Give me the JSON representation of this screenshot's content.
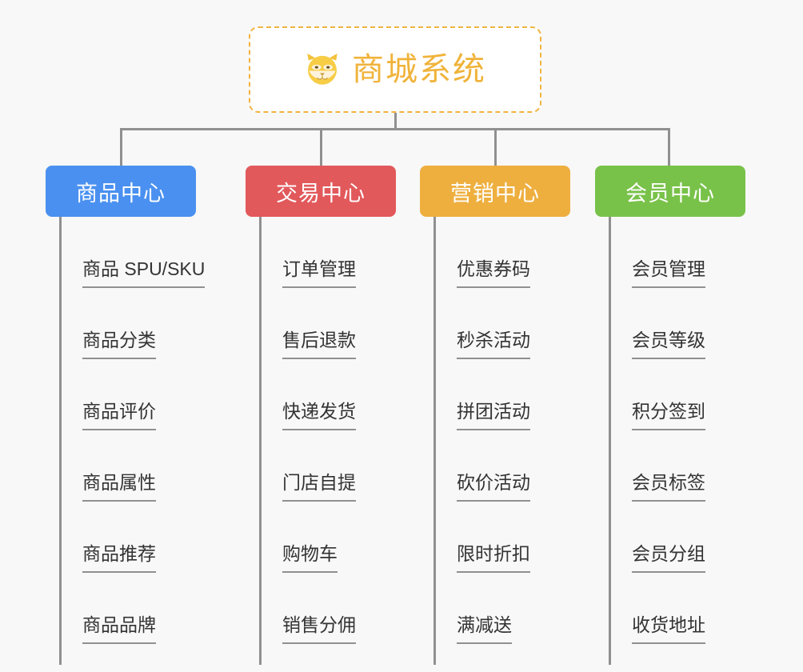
{
  "diagram": {
    "type": "mindmap-org-chart",
    "background_color": "#f8f8f8",
    "connector_color": "#909090",
    "root": {
      "icon": "dog-face-icon",
      "title": "商城系统",
      "text_color": "#f0b33a",
      "border_color": "#f0b441",
      "fill_color": "#ffffff"
    },
    "branches": [
      {
        "label": "商品中心",
        "color": "#4a90f0",
        "leaves": [
          "商品 SPU/SKU",
          "商品分类",
          "商品评价",
          "商品属性",
          "商品推荐",
          "商品品牌"
        ]
      },
      {
        "label": "交易中心",
        "color": "#e2595b",
        "leaves": [
          "订单管理",
          "售后退款",
          "快递发货",
          "门店自提",
          "购物车",
          "销售分佣"
        ]
      },
      {
        "label": "营销中心",
        "color": "#eeaf3f",
        "leaves": [
          "优惠券码",
          "秒杀活动",
          "拼团活动",
          "砍价活动",
          "限时折扣",
          "满减送"
        ]
      },
      {
        "label": "会员中心",
        "color": "#79c24a",
        "leaves": [
          "会员管理",
          "会员等级",
          "积分签到",
          "会员标签",
          "会员分组",
          "收货地址"
        ]
      }
    ]
  }
}
